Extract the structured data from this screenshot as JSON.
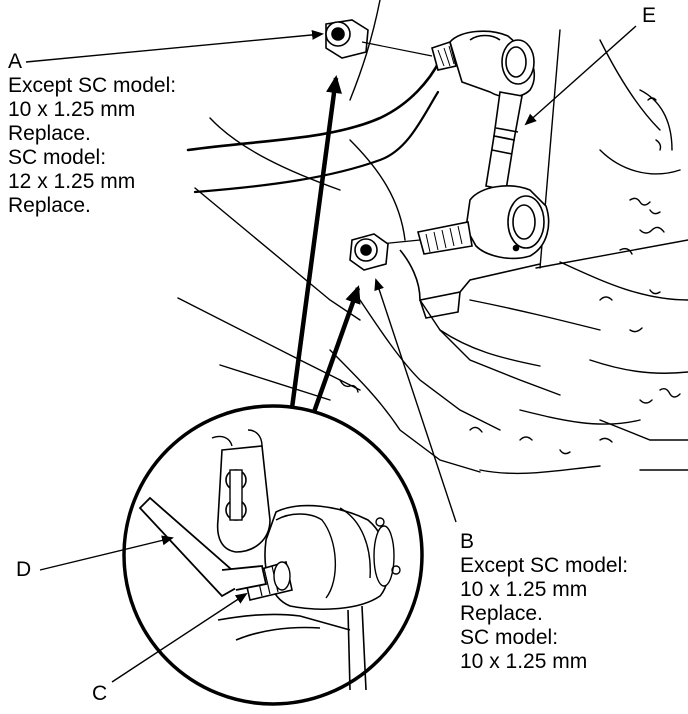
{
  "callouts": {
    "A": {
      "letter": "A",
      "lines": [
        "Except SC model:",
        "10 x 1.25 mm",
        "Replace.",
        "SC model:",
        "12 x 1.25 mm",
        "Replace."
      ]
    },
    "B": {
      "letter": "B",
      "lines": [
        "Except SC model:",
        "10 x 1.25 mm",
        "Replace.",
        "SC model:",
        "10 x 1.25 mm"
      ]
    },
    "C": {
      "letter": "C"
    },
    "D": {
      "letter": "D"
    },
    "E": {
      "letter": "E"
    }
  },
  "colors": {
    "ink": "#000000",
    "paper": "#ffffff"
  }
}
